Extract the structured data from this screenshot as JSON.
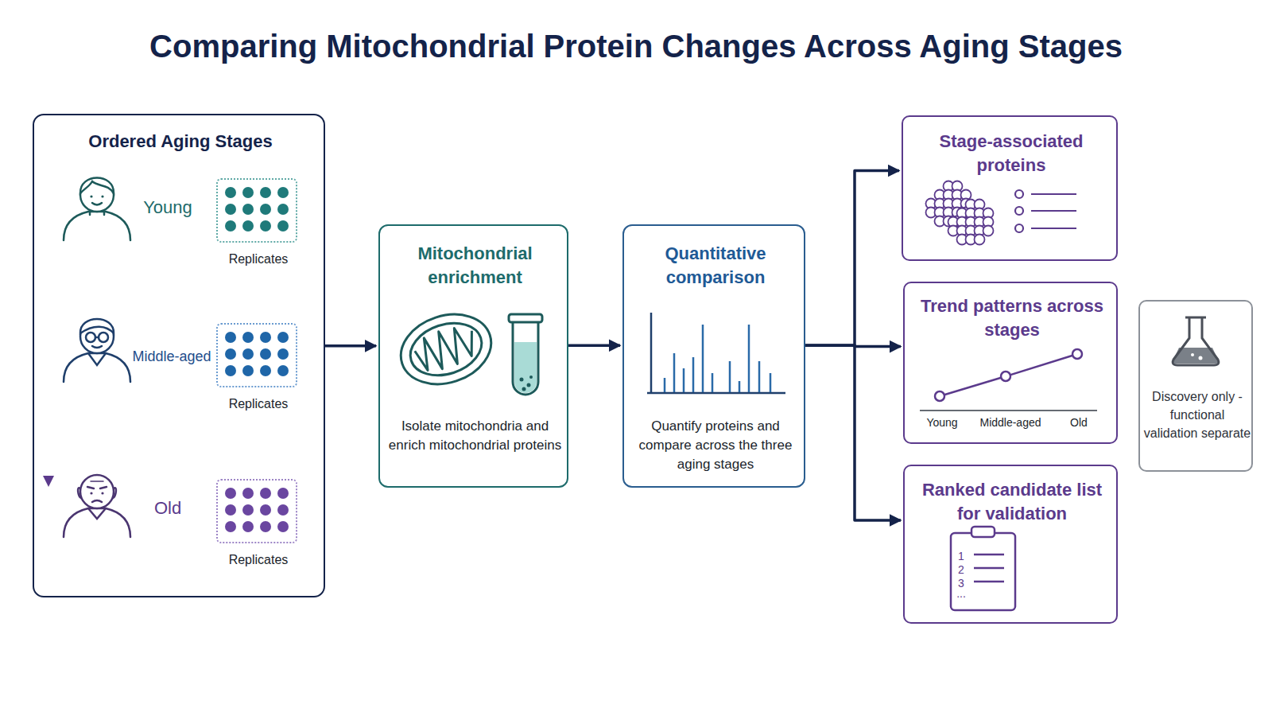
{
  "diagram": {
    "title": "Comparing Mitochondrial Protein Changes Across Aging Stages",
    "nodes": [
      {
        "text": [
          "Ordered Aging Stages"
        ]
      },
      {
        "text": [
          "Replicates"
        ],
        "in": 0
      },
      {
        "text": [
          "Replicates"
        ],
        "in": 0
      },
      {
        "text": [
          "Replicates"
        ],
        "in": 0
      },
      {
        "text": [
          "Mitochondrial enrichment",
          "Isolate mitochondria and enrich mitochondrial proteins"
        ]
      },
      {
        "text": [
          "Quantitative comparison",
          "Quantify proteins and compare across the three aging stages"
        ]
      },
      {
        "text": [
          "Stage-associated proteins"
        ]
      },
      {
        "text": [
          "Trend patterns across stages",
          "Young",
          "Middle-aged",
          "Old"
        ]
      },
      {
        "text": [
          "Ranked candidate list for validation",
          "1",
          "2",
          "3",
          "..."
        ]
      },
      {
        "text": [
          "Discovery only - functional validation separate"
        ]
      }
    ],
    "edges": [
      {
        "from": 0,
        "to": 4,
        "arrow": "to"
      },
      {
        "from": 4,
        "to": 5,
        "arrow": "to"
      },
      {
        "from": 5,
        "to": 6,
        "arrow": "to"
      },
      {
        "from": 5,
        "to": 7,
        "arrow": "to"
      },
      {
        "from": 5,
        "to": 8,
        "arrow": "to"
      }
    ],
    "labels": [
      "Young",
      "Middle-aged",
      "Old"
    ]
  }
}
